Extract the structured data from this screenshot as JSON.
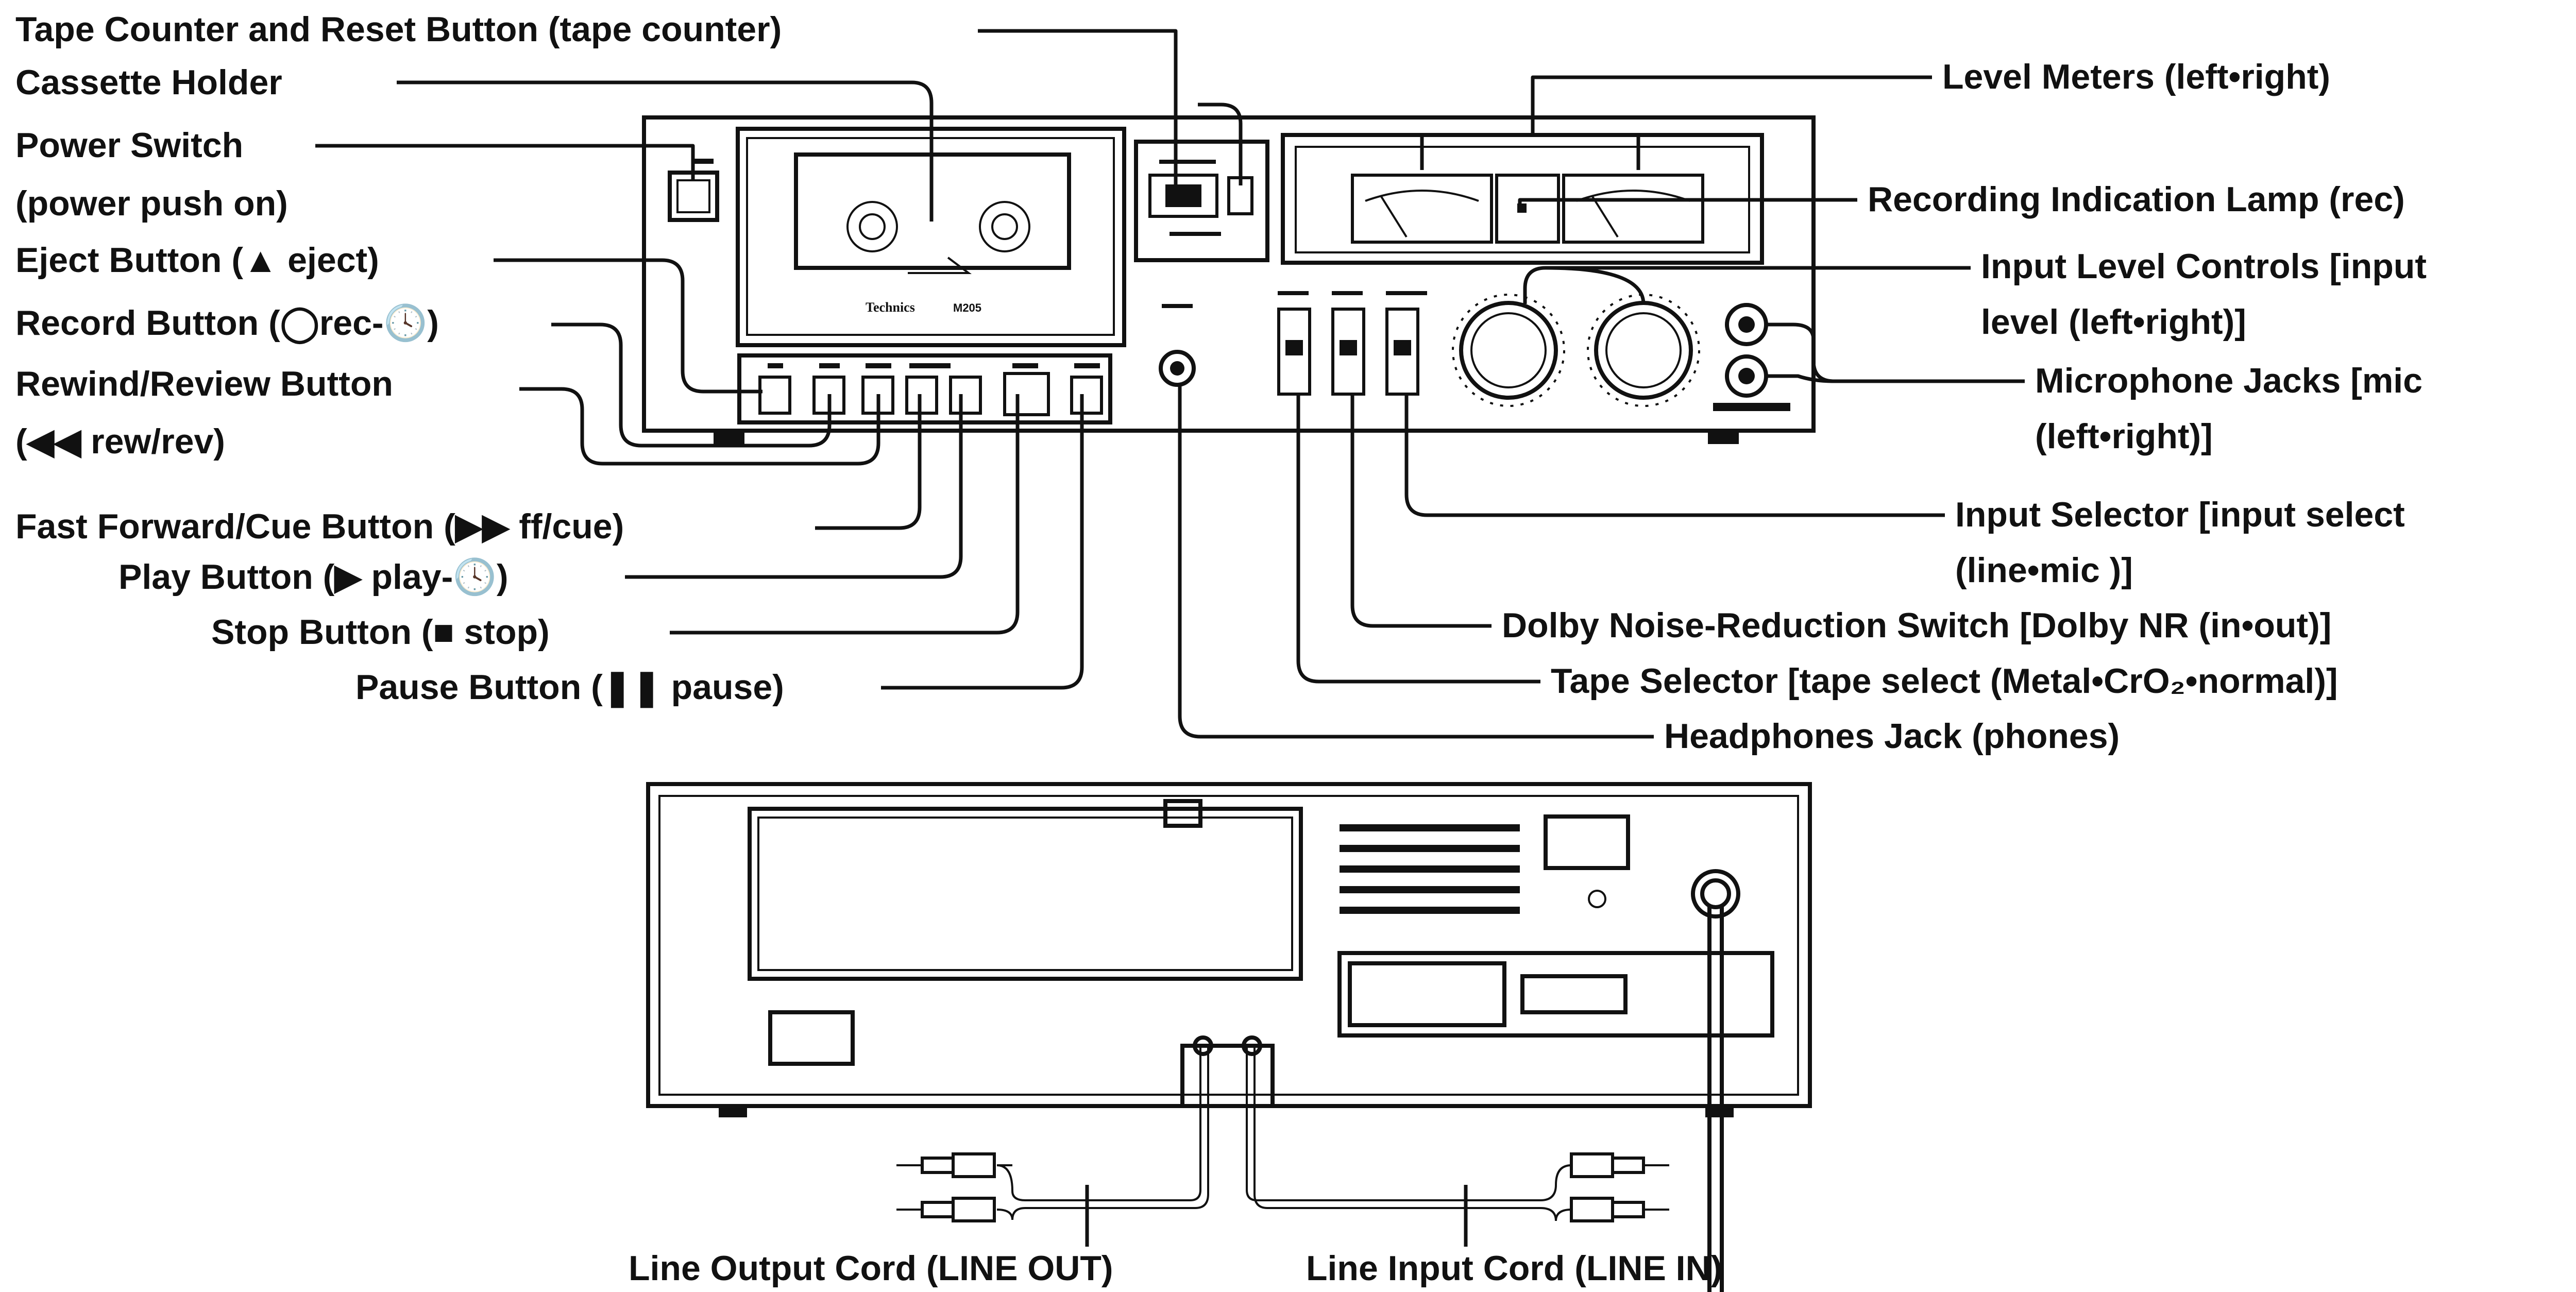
{
  "labels": {
    "tape_counter": "Tape Counter and Reset Button (tape counter)",
    "cassette_holder": "Cassette Holder",
    "power_switch_1": "Power Switch",
    "power_switch_2": "(power push on)",
    "eject_button": "Eject Button (▲ eject)",
    "record_button": "Record Button (◯rec-🕓)",
    "rewind_button_1": "Rewind/Review Button",
    "rewind_button_2": "(◀◀ rew/rev)",
    "ff_button": "Fast Forward/Cue Button (▶▶ ff/cue)",
    "play_button": "Play Button (▶ play-🕓)",
    "stop_button": "Stop Button (■ stop)",
    "pause_button": "Pause Button (❚❚ pause)",
    "level_meters": "Level Meters (left•right)",
    "rec_lamp": "Recording Indication Lamp (rec)",
    "input_level_1": "Input Level Controls [input",
    "input_level_2": "level (left•right)]",
    "mic_jacks_1": "Microphone Jacks [mic",
    "mic_jacks_2": "(left•right)]",
    "input_selector_1": "Input Selector [input select",
    "input_selector_2": "(line•mic )]",
    "dolby_switch": "Dolby Noise-Reduction Switch [Dolby NR (in•out)]",
    "tape_selector": "Tape Selector [tape select (Metal•CrO₂•normal)]",
    "headphones_jack": "Headphones Jack (phones)",
    "line_out": "Line Output Cord (LINE OUT)",
    "line_in": "Line Input Cord (LINE IN)"
  },
  "brand": {
    "name": "Technics",
    "model": "M205"
  },
  "colors": {
    "ink": "#111111",
    "paper": "#ffffff"
  }
}
